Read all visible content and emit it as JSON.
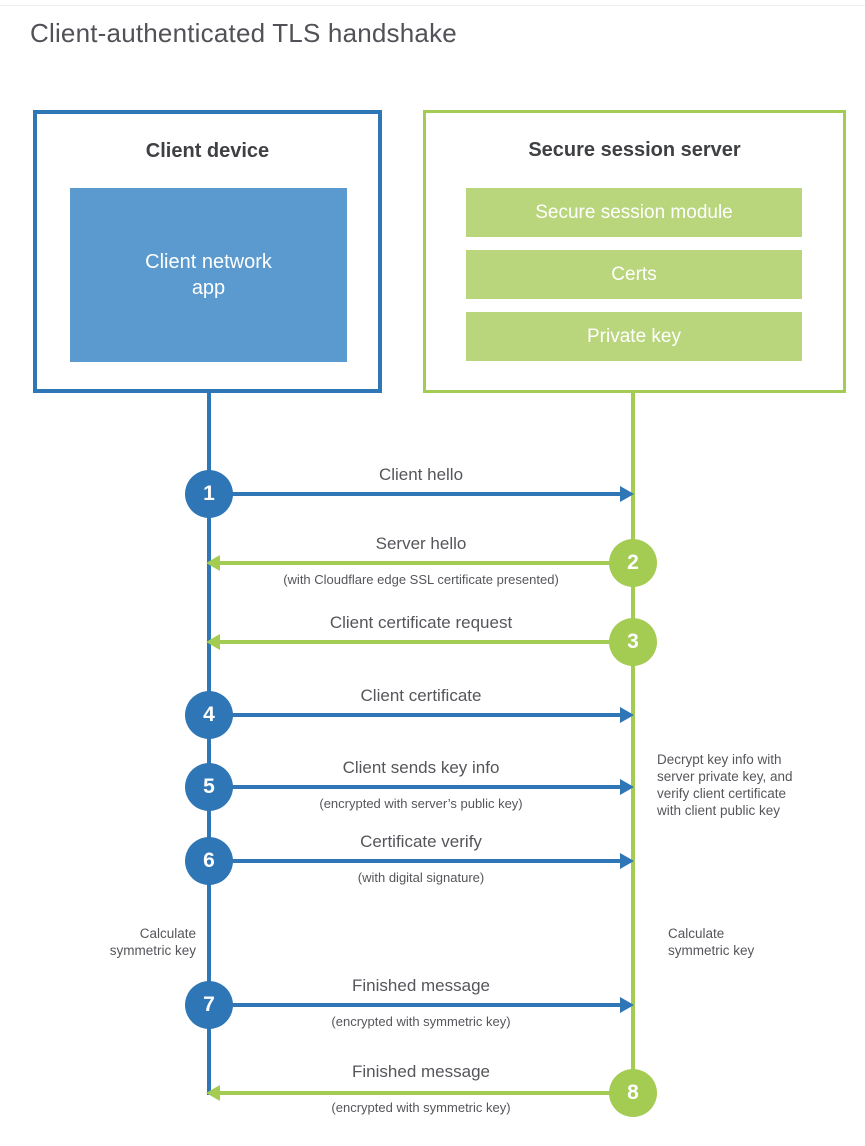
{
  "page": {
    "title": "Client-authenticated TLS handshake"
  },
  "colors": {
    "blue": "#2e76b6",
    "blue_fill": "#5b9ace",
    "green": "#a4cb52",
    "green_fill": "#b9d67d"
  },
  "client_box": {
    "title": "Client device",
    "app_label": "Client network\napp"
  },
  "server_box": {
    "title": "Secure session server",
    "modules": [
      "Secure session module",
      "Certs",
      "Private key"
    ]
  },
  "steps": [
    {
      "num": "1",
      "from": "client",
      "label": "Client hello",
      "sublabel": ""
    },
    {
      "num": "2",
      "from": "server",
      "label": "Server hello",
      "sublabel": "(with Cloudflare edge SSL certificate presented)"
    },
    {
      "num": "3",
      "from": "server",
      "label": "Client certificate request",
      "sublabel": ""
    },
    {
      "num": "4",
      "from": "client",
      "label": "Client certificate",
      "sublabel": ""
    },
    {
      "num": "5",
      "from": "client",
      "label": "Client sends key info",
      "sublabel": "(encrypted with server’s public key)"
    },
    {
      "num": "6",
      "from": "client",
      "label": "Certificate verify",
      "sublabel": "(with digital signature)"
    },
    {
      "num": "7",
      "from": "client",
      "label": "Finished message",
      "sublabel": "(encrypted with symmetric key)"
    },
    {
      "num": "8",
      "from": "server",
      "label": "Finished message",
      "sublabel": "(encrypted with symmetric key)"
    }
  ],
  "notes": {
    "decrypt": "Decrypt key info with\nserver private key, and\nverify client certificate\nwith client public key",
    "calc_left": "Calculate\nsymmetric key",
    "calc_right": "Calculate\nsymmetric key"
  }
}
